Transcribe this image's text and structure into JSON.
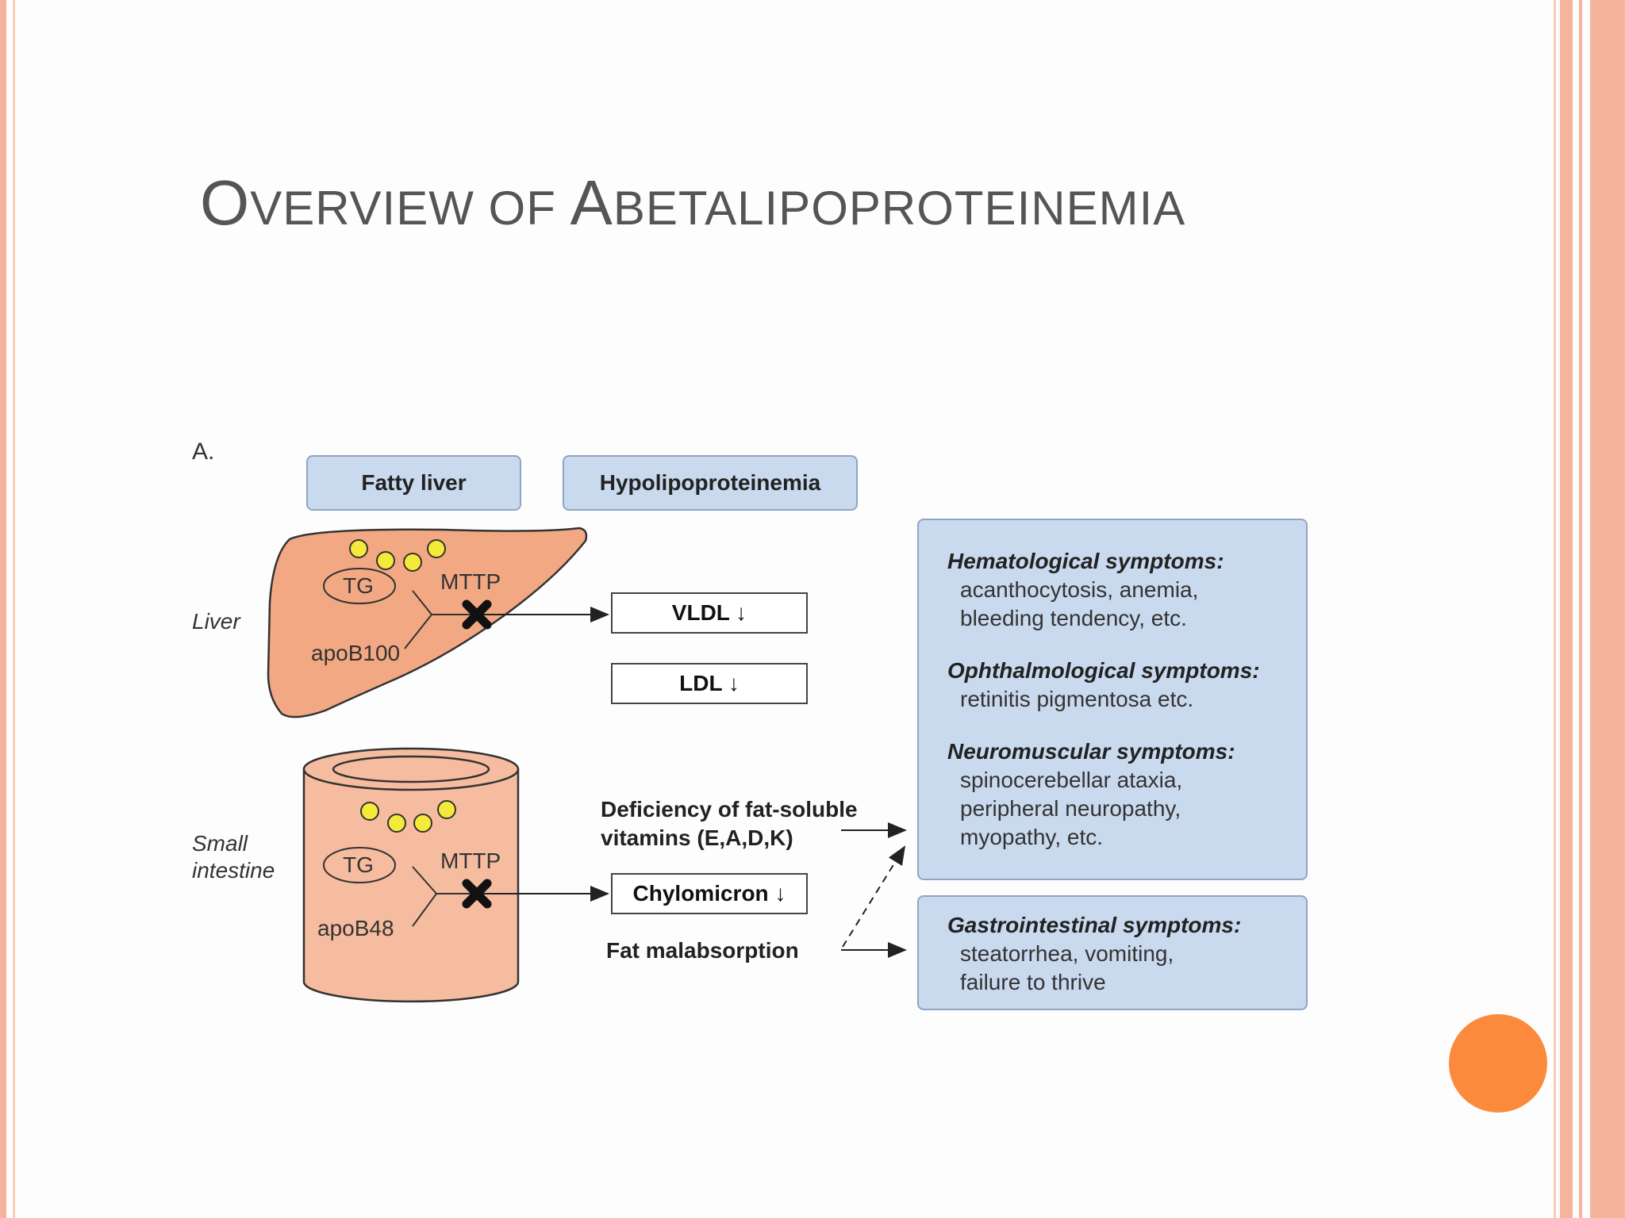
{
  "slide": {
    "title_first_cap": "O",
    "title_rest_1": "VERVIEW OF ",
    "title_second_cap": "A",
    "title_rest_2": "BETALIPOPROTEINEMIA"
  },
  "diagram": {
    "panel_label": "A.",
    "top_boxes": {
      "fatty_liver": "Fatty liver",
      "hypolipoproteinemia": "Hypolipoproteinemia"
    },
    "liver": {
      "organ_label": "Liver",
      "tg": "TG",
      "mttp": "MTTP",
      "apo": "apoB100"
    },
    "intestine": {
      "organ_label_line1": "Small",
      "organ_label_line2": "intestine",
      "tg": "TG",
      "mttp": "MTTP",
      "apo": "apoB48"
    },
    "outputs": {
      "vldl": "VLDL ↓",
      "ldl": "LDL ↓",
      "chylomicron": "Chylomicron ↓"
    },
    "consequences": {
      "deficiency_line1": "Deficiency of fat-soluble",
      "deficiency_line2": "vitamins (E,A,D,K)",
      "malabsorption": "Fat malabsorption"
    },
    "symptoms": {
      "hematological": {
        "heading": "Hematological symptoms:",
        "line1": "acanthocytosis, anemia,",
        "line2": "bleeding tendency, etc."
      },
      "ophthalmological": {
        "heading": "Ophthalmological symptoms:",
        "line1": "retinitis pigmentosa etc."
      },
      "neuromuscular": {
        "heading": "Neuromuscular symptoms:",
        "line1": "spinocerebellar ataxia,",
        "line2": "peripheral neuropathy,",
        "line3": "myopathy, etc."
      },
      "gastrointestinal": {
        "heading": "Gastrointestinal symptoms:",
        "line1": "steatorrhea, vomiting,",
        "line2": "failure to thrive"
      }
    }
  },
  "colors": {
    "organ_fill": "#f2a882",
    "intestine_fill": "#f6bca0",
    "box_fill": "#c9d9ee",
    "lipid_droplet": "#f3ea3a",
    "star_red": "#e8323c",
    "accent_circle": "#fb8a3c",
    "edge_salmon": "#f6b49c"
  },
  "icons": {
    "block": "x-block-icon",
    "starburst": "starburst-icon",
    "nav": "orange-circle-button"
  }
}
